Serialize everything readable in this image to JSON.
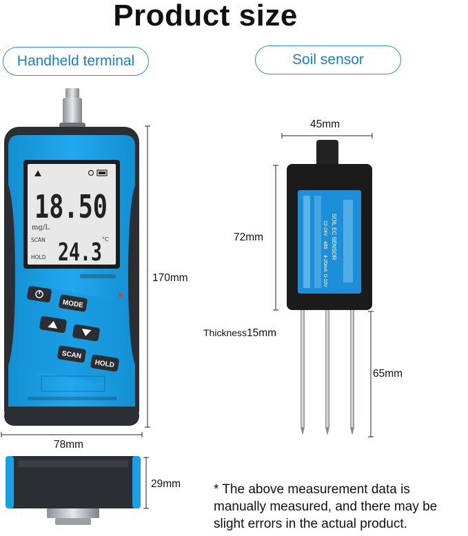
{
  "title": "Product size",
  "labels": {
    "handheld_terminal": "Handheld terminal",
    "soil_sensor": "Soil sensor"
  },
  "terminal": {
    "height_dim": "170mm",
    "width_dim": "78mm",
    "depth_dim": "29mm",
    "lcd": {
      "main_value": "18.50",
      "unit": "mg/L",
      "scan_label": "SCAN",
      "hold_label": "HOLD",
      "temp_value": "24.3",
      "temp_unit": "°C"
    },
    "buttons": {
      "mode": "MODE",
      "scan": "SCAN",
      "hold": "HOLD"
    }
  },
  "sensor": {
    "width_dim": "45mm",
    "height_dim": "72mm",
    "thickness_label": "Thickness",
    "thickness_value": "15mm",
    "probe_dim": "65mm",
    "label_lines": [
      "SOIL EC SENSOR",
      "12-24V",
      "485",
      "4-20mA",
      "0-10V"
    ]
  },
  "note": "* The above measurement data is manually measured, and there may be slight errors in the actual product.",
  "colors": {
    "terminal_blue": "#1aa0e6",
    "terminal_dark": "#2b2f33",
    "pill_border": "#2f8fc6",
    "lcd_bg": "#e8e8e8"
  }
}
